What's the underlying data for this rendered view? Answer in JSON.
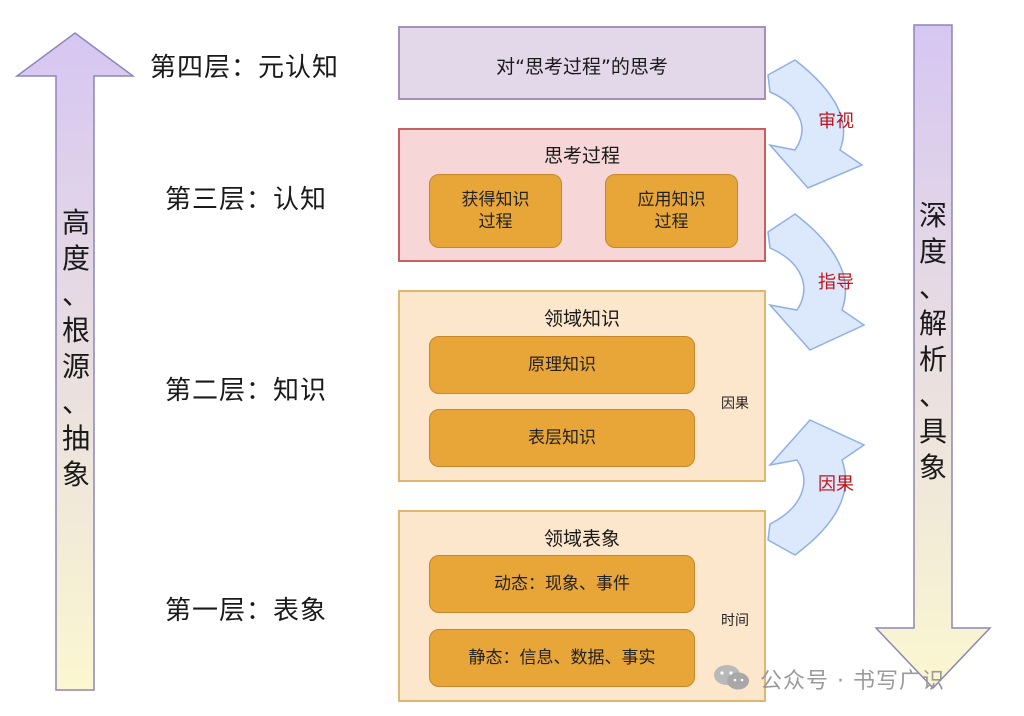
{
  "left_arrow": {
    "text_chars": [
      "高",
      "度",
      "、",
      "根",
      "源",
      "、",
      "抽",
      "象"
    ]
  },
  "right_arrow": {
    "text_chars": [
      "深",
      "度",
      "、",
      "解",
      "析",
      "、",
      "具",
      "象"
    ]
  },
  "layers": {
    "l4": "第四层：元认知",
    "l3": "第三层：认知",
    "l2": "第二层：知识",
    "l1": "第一层：表象"
  },
  "boxes": {
    "meta": {
      "text": "对“思考过程”的思考"
    },
    "thinking": {
      "title": "思考过程",
      "item1_line1": "获得知识",
      "item1_line2": "过程",
      "item2_line1": "应用知识",
      "item2_line2": "过程"
    },
    "knowledge": {
      "title": "领域知识",
      "item1": "原理知识",
      "item2": "表层知识",
      "link": "因果"
    },
    "phenomena": {
      "title": "领域表象",
      "item1": "动态：现象、事件",
      "item2": "静态：信息、数据、事实",
      "link": "时间"
    }
  },
  "side_arrows": {
    "review": "审视",
    "guide": "指导",
    "cause": "因果"
  },
  "watermark": "公众号 · 书写广识",
  "colors": {
    "meta_fill": "#e3d7ea",
    "meta_border": "#a48fbe",
    "thinking_fill": "#f6d6d6",
    "thinking_border": "#c9605f",
    "knowledge_fill": "#fde7cc",
    "knowledge_border": "#e1b670",
    "pill_fill": "#e8a538",
    "side_arrow_fill": "#dce8fb",
    "side_arrow_stroke": "#8fb0e6",
    "accent_red": "#c0141a"
  }
}
